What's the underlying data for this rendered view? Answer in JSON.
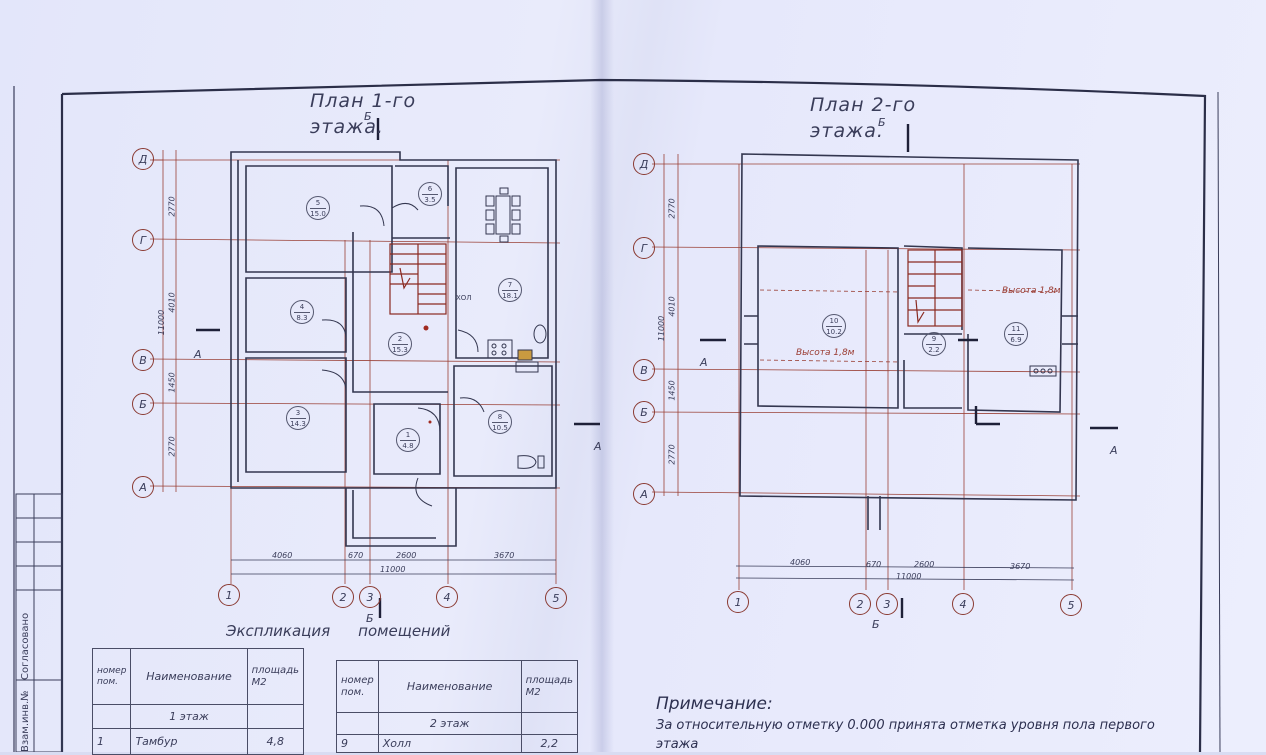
{
  "sheet": {
    "plan1_title_line1": "План 1-го",
    "plan1_title_line2": "этажа.",
    "plan2_title_line1": "План 2-го",
    "plan2_title_line2": "этажа.",
    "section_b": "Б",
    "section_a": "А"
  },
  "axes": {
    "rows": [
      "Д",
      "Г",
      "В",
      "Б",
      "А"
    ],
    "cols": [
      "1",
      "2",
      "3",
      "4",
      "5"
    ]
  },
  "dims": {
    "vertical": [
      "2770",
      "4010",
      "1450",
      "2770"
    ],
    "vertical_total": "11000",
    "horizontal": [
      "4060",
      "670",
      "2600",
      "3670"
    ],
    "horizontal_total": "11000"
  },
  "rooms_floor1": [
    {
      "num": "5",
      "area": "15.0"
    },
    {
      "num": "6",
      "area": "3.5"
    },
    {
      "num": "7",
      "area": "18.1"
    },
    {
      "num": "4",
      "area": "8.3"
    },
    {
      "num": "2",
      "area": "15.3"
    },
    {
      "num": "3",
      "area": "14.3"
    },
    {
      "num": "1",
      "area": "4.8"
    },
    {
      "num": "8",
      "area": "10.5"
    }
  ],
  "rooms_floor2": [
    {
      "num": "10",
      "area": "10.2"
    },
    {
      "num": "9",
      "area": "2.2"
    },
    {
      "num": "11",
      "area": "6.9"
    }
  ],
  "floor1_labels": {
    "hall_mark": "ХОЛ"
  },
  "floor2_labels": {
    "height1": "Высота 1,8м",
    "height2": "Высота 1,8м"
  },
  "explication": {
    "title_word1": "Экспликация",
    "title_word2": "помещений",
    "table1": {
      "h_num": "номер пом.",
      "h_name": "Наименование",
      "h_area": "площадь М2",
      "floor": "1 этаж",
      "row_num": "1",
      "row_name": "Тамбур",
      "row_area": "4,8"
    },
    "table2": {
      "h_num": "номер пом.",
      "h_name": "Наименование",
      "h_area": "площадь М2",
      "floor": "2 этаж",
      "row_num": "9",
      "row_name": "Холл",
      "row_area": "2,2"
    }
  },
  "note": {
    "heading": "Примечание:",
    "text": "За относительную отметку 0.000 принята отметка уровня пола первого этажа"
  },
  "stamp": {
    "agreed": "Согласовано",
    "inv": "Взам.инв.№"
  }
}
